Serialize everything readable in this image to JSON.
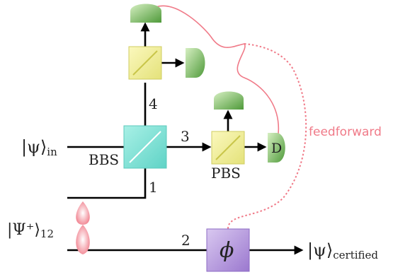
{
  "labels": {
    "input_state": "|ψ⟩",
    "input_sub": "in",
    "bell_state": "|Ψ⁺⟩",
    "bell_sub": "12",
    "output_state": "|ψ⟩",
    "output_sub": "certified",
    "bbs": "BBS",
    "pbs": "PBS",
    "detector_d": "D",
    "phase": "ϕ",
    "feedforward": "feedforward"
  },
  "paths": {
    "p1": "1",
    "p2": "2",
    "p3": "3",
    "p4": "4"
  },
  "colors": {
    "bbs": "#7fe3d6",
    "pbs": "#f2f09a",
    "detector": "#7fbf5a",
    "phase_box": "#b69bd9",
    "feedforward": "#f07a88",
    "entangler": "#f58b9a"
  }
}
